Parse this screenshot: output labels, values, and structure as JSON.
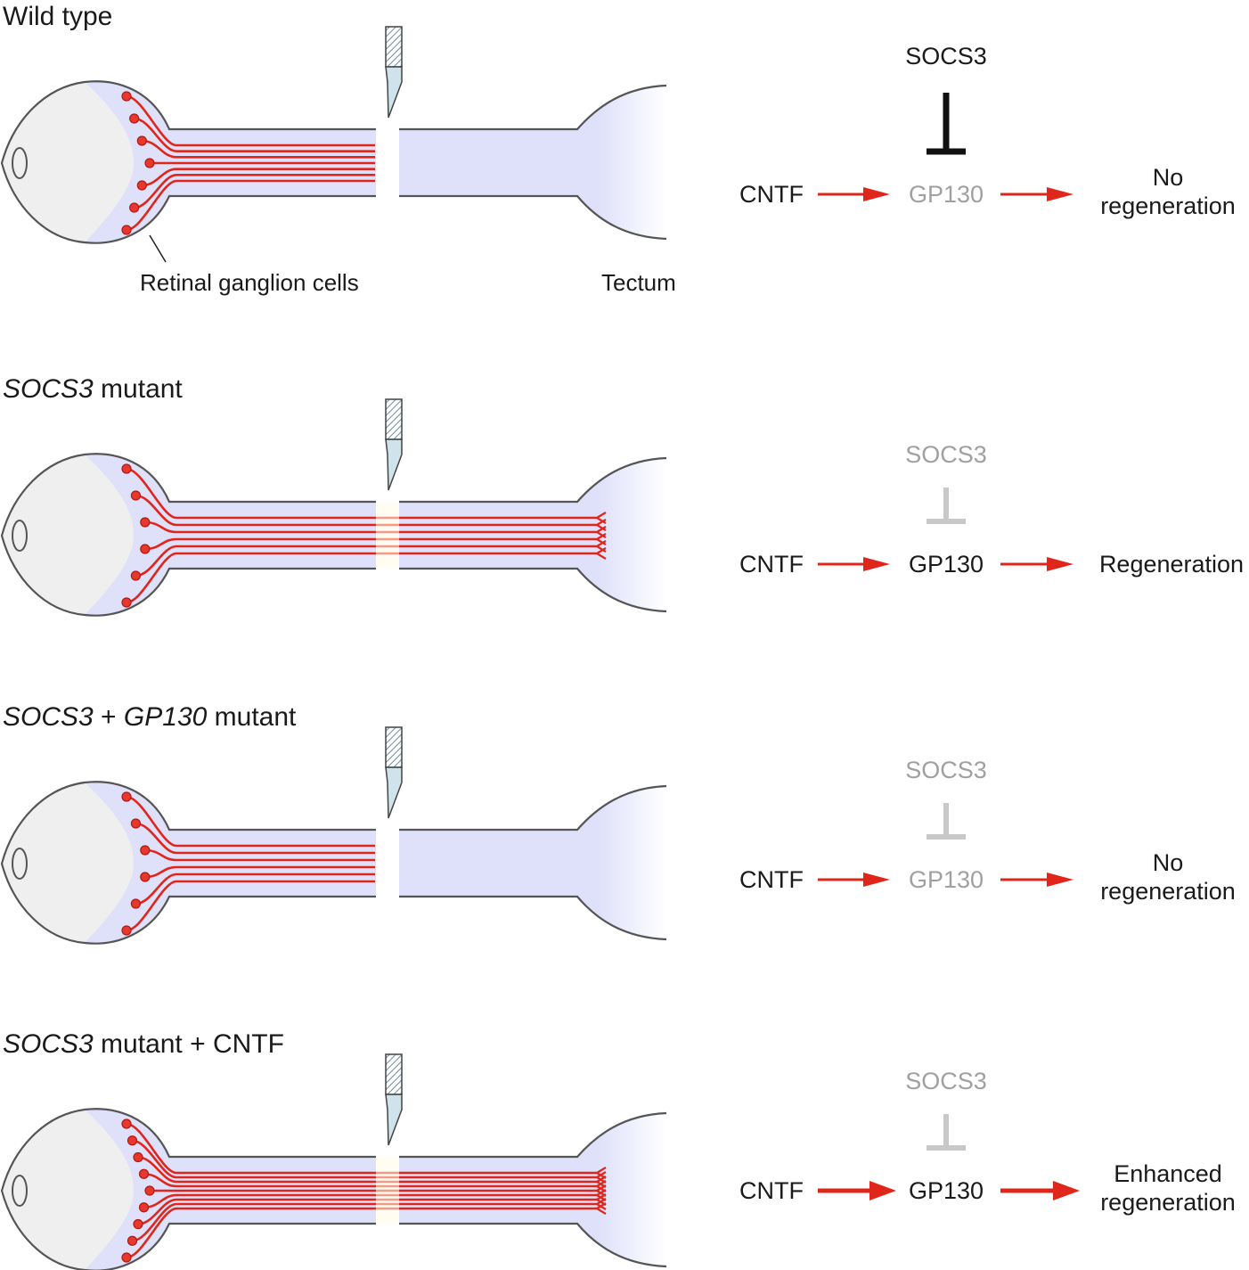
{
  "colors": {
    "axon_red": "#e0261b",
    "cell_fill": "#e8372c",
    "nerve_fill": "#dfe1fa",
    "eye_fill": "#efefef",
    "outline": "#555555",
    "active_text": "#1a1a1a",
    "inactive_text": "#a0a0a0",
    "inhibition_active": "#111111",
    "inhibition_inactive": "#c8c8c8",
    "scalpel_blade": "#cfe3ec"
  },
  "labels": {
    "retinal_ganglion_cells": "Retinal ganglion cells",
    "tectum": "Tectum"
  },
  "panels": [
    {
      "title_parts": [
        {
          "text": "Wild type",
          "italic": false
        }
      ],
      "axon_count": 7,
      "axons_regenerate": false,
      "branching": false,
      "pathway": {
        "inhibitor": "SOCS3",
        "inhibitor_active": true,
        "ligand": "CNTF",
        "receptor": "GP130",
        "receptor_active": false,
        "outcome_lines": [
          "No",
          "regeneration"
        ],
        "arrow_weight": "normal"
      }
    },
    {
      "title_parts": [
        {
          "text": "SOCS3",
          "italic": true
        },
        {
          "text": " mutant",
          "italic": false
        }
      ],
      "axon_count": 6,
      "axons_regenerate": true,
      "branching": true,
      "pathway": {
        "inhibitor": "SOCS3",
        "inhibitor_active": false,
        "ligand": "CNTF",
        "receptor": "GP130",
        "receptor_active": true,
        "outcome_lines": [
          "Regeneration"
        ],
        "arrow_weight": "normal"
      }
    },
    {
      "title_parts": [
        {
          "text": "SOCS3",
          "italic": true
        },
        {
          "text": " + ",
          "italic": false
        },
        {
          "text": "GP130",
          "italic": true
        },
        {
          "text": " mutant",
          "italic": false
        }
      ],
      "axon_count": 6,
      "axons_regenerate": false,
      "branching": false,
      "pathway": {
        "inhibitor": "SOCS3",
        "inhibitor_active": false,
        "ligand": "CNTF",
        "receptor": "GP130",
        "receptor_active": false,
        "outcome_lines": [
          "No",
          "regeneration"
        ],
        "arrow_weight": "normal"
      }
    },
    {
      "title_parts": [
        {
          "text": "SOCS3",
          "italic": true
        },
        {
          "text": " mutant + CNTF",
          "italic": false
        }
      ],
      "axon_count": 9,
      "axons_regenerate": true,
      "branching": true,
      "pathway": {
        "inhibitor": "SOCS3",
        "inhibitor_active": false,
        "ligand": "CNTF",
        "receptor": "GP130",
        "receptor_active": true,
        "outcome_lines": [
          "Enhanced",
          "regeneration"
        ],
        "arrow_weight": "heavy"
      }
    }
  ]
}
